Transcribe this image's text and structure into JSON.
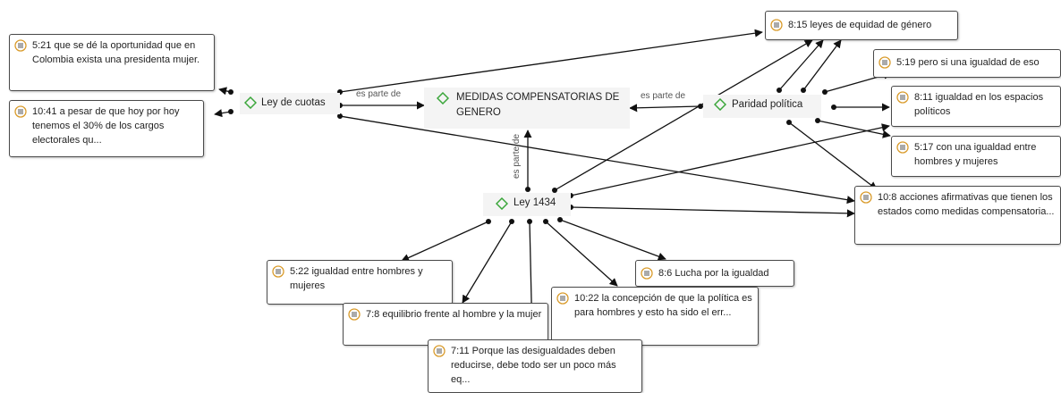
{
  "codes": {
    "cuotas": "Ley de cuotas",
    "medidas": "MEDIDAS COMPENSATORIAS DE GENERO",
    "paridad": "Paridad política",
    "ley1434": "Ley 1434"
  },
  "relations": {
    "r1": "es parte de",
    "r2": "es parte de",
    "r3": "es parte de"
  },
  "quotes": {
    "q521": "5:21 que se dé la oportunidad que en Colombia exista una presidenta mujer.",
    "q1041": "10:41 a pesar de que hoy por hoy tenemos el 30% de los cargos electorales qu...",
    "q815": "8:15 leyes de equidad de género",
    "q519": "5:19 pero si una igualdad de eso",
    "q811": "8:11 igualdad en los espacios políticos",
    "q517": "5:17 con una igualdad entre hombres y mujeres",
    "q108": "10:8 acciones afirmativas que tienen los estados como medidas compensatoria...",
    "q522": "5:22 igualdad entre hombres y mujeres",
    "q86": "8:6 Lucha por la igualdad",
    "q1022": "10:22 la concepción de que la política es para hombres y esto ha sido el err...",
    "q78": "7:8 equilibrio frente al hombre y la mujer",
    "q711": "7:11 Porque las desigualdades deben reducirse, debe todo ser un poco más eq..."
  },
  "colors": {
    "code_icon": "#3aa63a",
    "quote_icon": "#d99b2b",
    "link": "#111111"
  },
  "icons": {
    "code": "diamond-code-icon",
    "quote": "quotation-document-icon"
  }
}
